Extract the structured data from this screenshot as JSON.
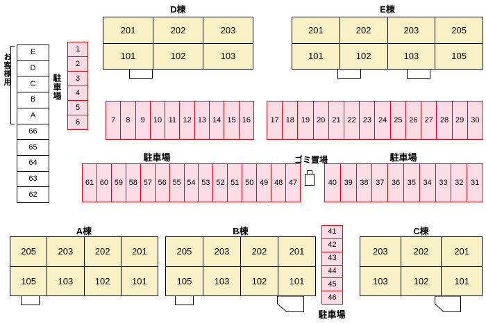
{
  "colors": {
    "building_fill": "#faf0c5",
    "building_border": "#000000",
    "parking_fill": "#fbdce5",
    "parking_border": "#e60012"
  },
  "labels": {
    "building_d": "D棟",
    "building_e": "E棟",
    "building_a": "A棟",
    "building_b": "B棟",
    "building_c": "C棟",
    "customer_use": "お客様用",
    "parking_left_vertical": "駐車場",
    "parking_mid_left": "駐車場",
    "garbage_area": "ゴミ置場",
    "parking_mid_right": "駐車場",
    "parking_bottom": "駐車場"
  },
  "buildings": {
    "d": {
      "cells": [
        "201",
        "202",
        "203",
        "101",
        "102",
        "103"
      ]
    },
    "e": {
      "cells": [
        "201",
        "202",
        "203",
        "205",
        "101",
        "102",
        "103",
        "105"
      ]
    },
    "a": {
      "cells": [
        "205",
        "203",
        "202",
        "201",
        "105",
        "103",
        "102",
        "101"
      ]
    },
    "b": {
      "cells": [
        "205",
        "203",
        "202",
        "201",
        "105",
        "103",
        "102",
        "101"
      ]
    },
    "c": {
      "cells": [
        "203",
        "202",
        "201",
        "103",
        "102",
        "101"
      ]
    }
  },
  "parking": {
    "customer_column": [
      "E",
      "D",
      "C",
      "B",
      "A",
      "66",
      "65",
      "64",
      "63",
      "62"
    ],
    "column_1_6": [
      "1",
      "2",
      "3",
      "4",
      "5",
      "6"
    ],
    "row_7_16": [
      "7",
      "8",
      "9",
      "10",
      "11",
      "12",
      "13",
      "14",
      "15",
      "16"
    ],
    "row_17_30": [
      "17",
      "18",
      "19",
      "20",
      "21",
      "22",
      "23",
      "24",
      "25",
      "26",
      "27",
      "28",
      "29",
      "30"
    ],
    "row_61_47": [
      "61",
      "60",
      "59",
      "58",
      "57",
      "56",
      "55",
      "54",
      "53",
      "52",
      "51",
      "50",
      "49",
      "48",
      "47"
    ],
    "row_40_31": [
      "40",
      "39",
      "38",
      "37",
      "36",
      "35",
      "34",
      "33",
      "32",
      "31"
    ],
    "column_41_46": [
      "41",
      "42",
      "43",
      "44",
      "45",
      "46"
    ]
  }
}
